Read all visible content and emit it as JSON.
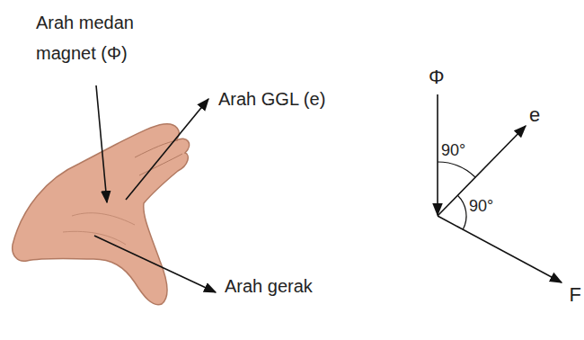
{
  "diagram": {
    "labels": [
      "Arah medan magnet (Φ)",
      "Arah GGL (e)",
      "Arah gerak",
      "Φ",
      "90°",
      "90°",
      "e",
      "F"
    ]
  }
}
